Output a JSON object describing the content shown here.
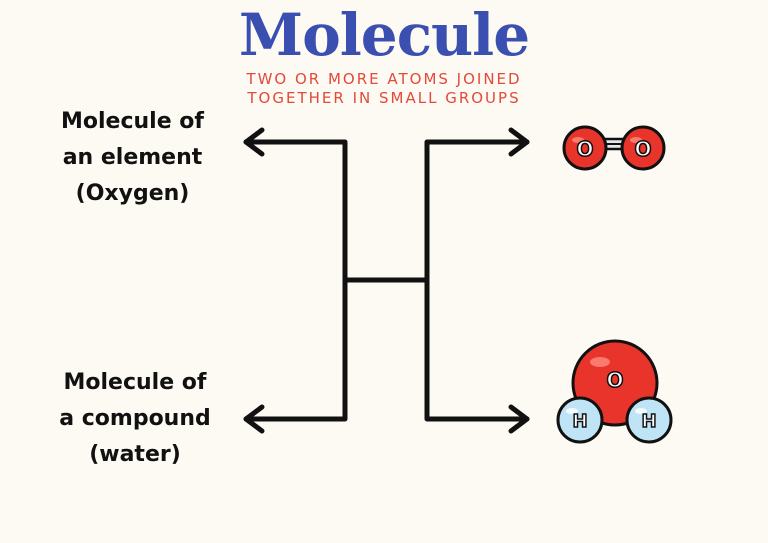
{
  "title": "Molecule",
  "subtitle": {
    "line1": "TWO OR MORE ATOMS JOINED",
    "line2": "TOGETHER IN SMALL GROUPS"
  },
  "labels": {
    "element": {
      "line1": "Molecule of",
      "line2": "an element",
      "line3": "(Oxygen)"
    },
    "compound": {
      "line1": "Molecule of",
      "line2": "a compound",
      "line3": "(water)"
    }
  },
  "oxygen_molecule": {
    "atom1": "O",
    "atom2": "O"
  },
  "water_molecule": {
    "oxygen": "O",
    "hydrogen1": "H",
    "hydrogen2": "H"
  },
  "colors": {
    "title": "#3a4fb0",
    "subtitle": "#e24a3b",
    "oxygen_atom": "#e8342a",
    "hydrogen_atom": "#bfe4f5",
    "background": "#fdf9f3"
  }
}
